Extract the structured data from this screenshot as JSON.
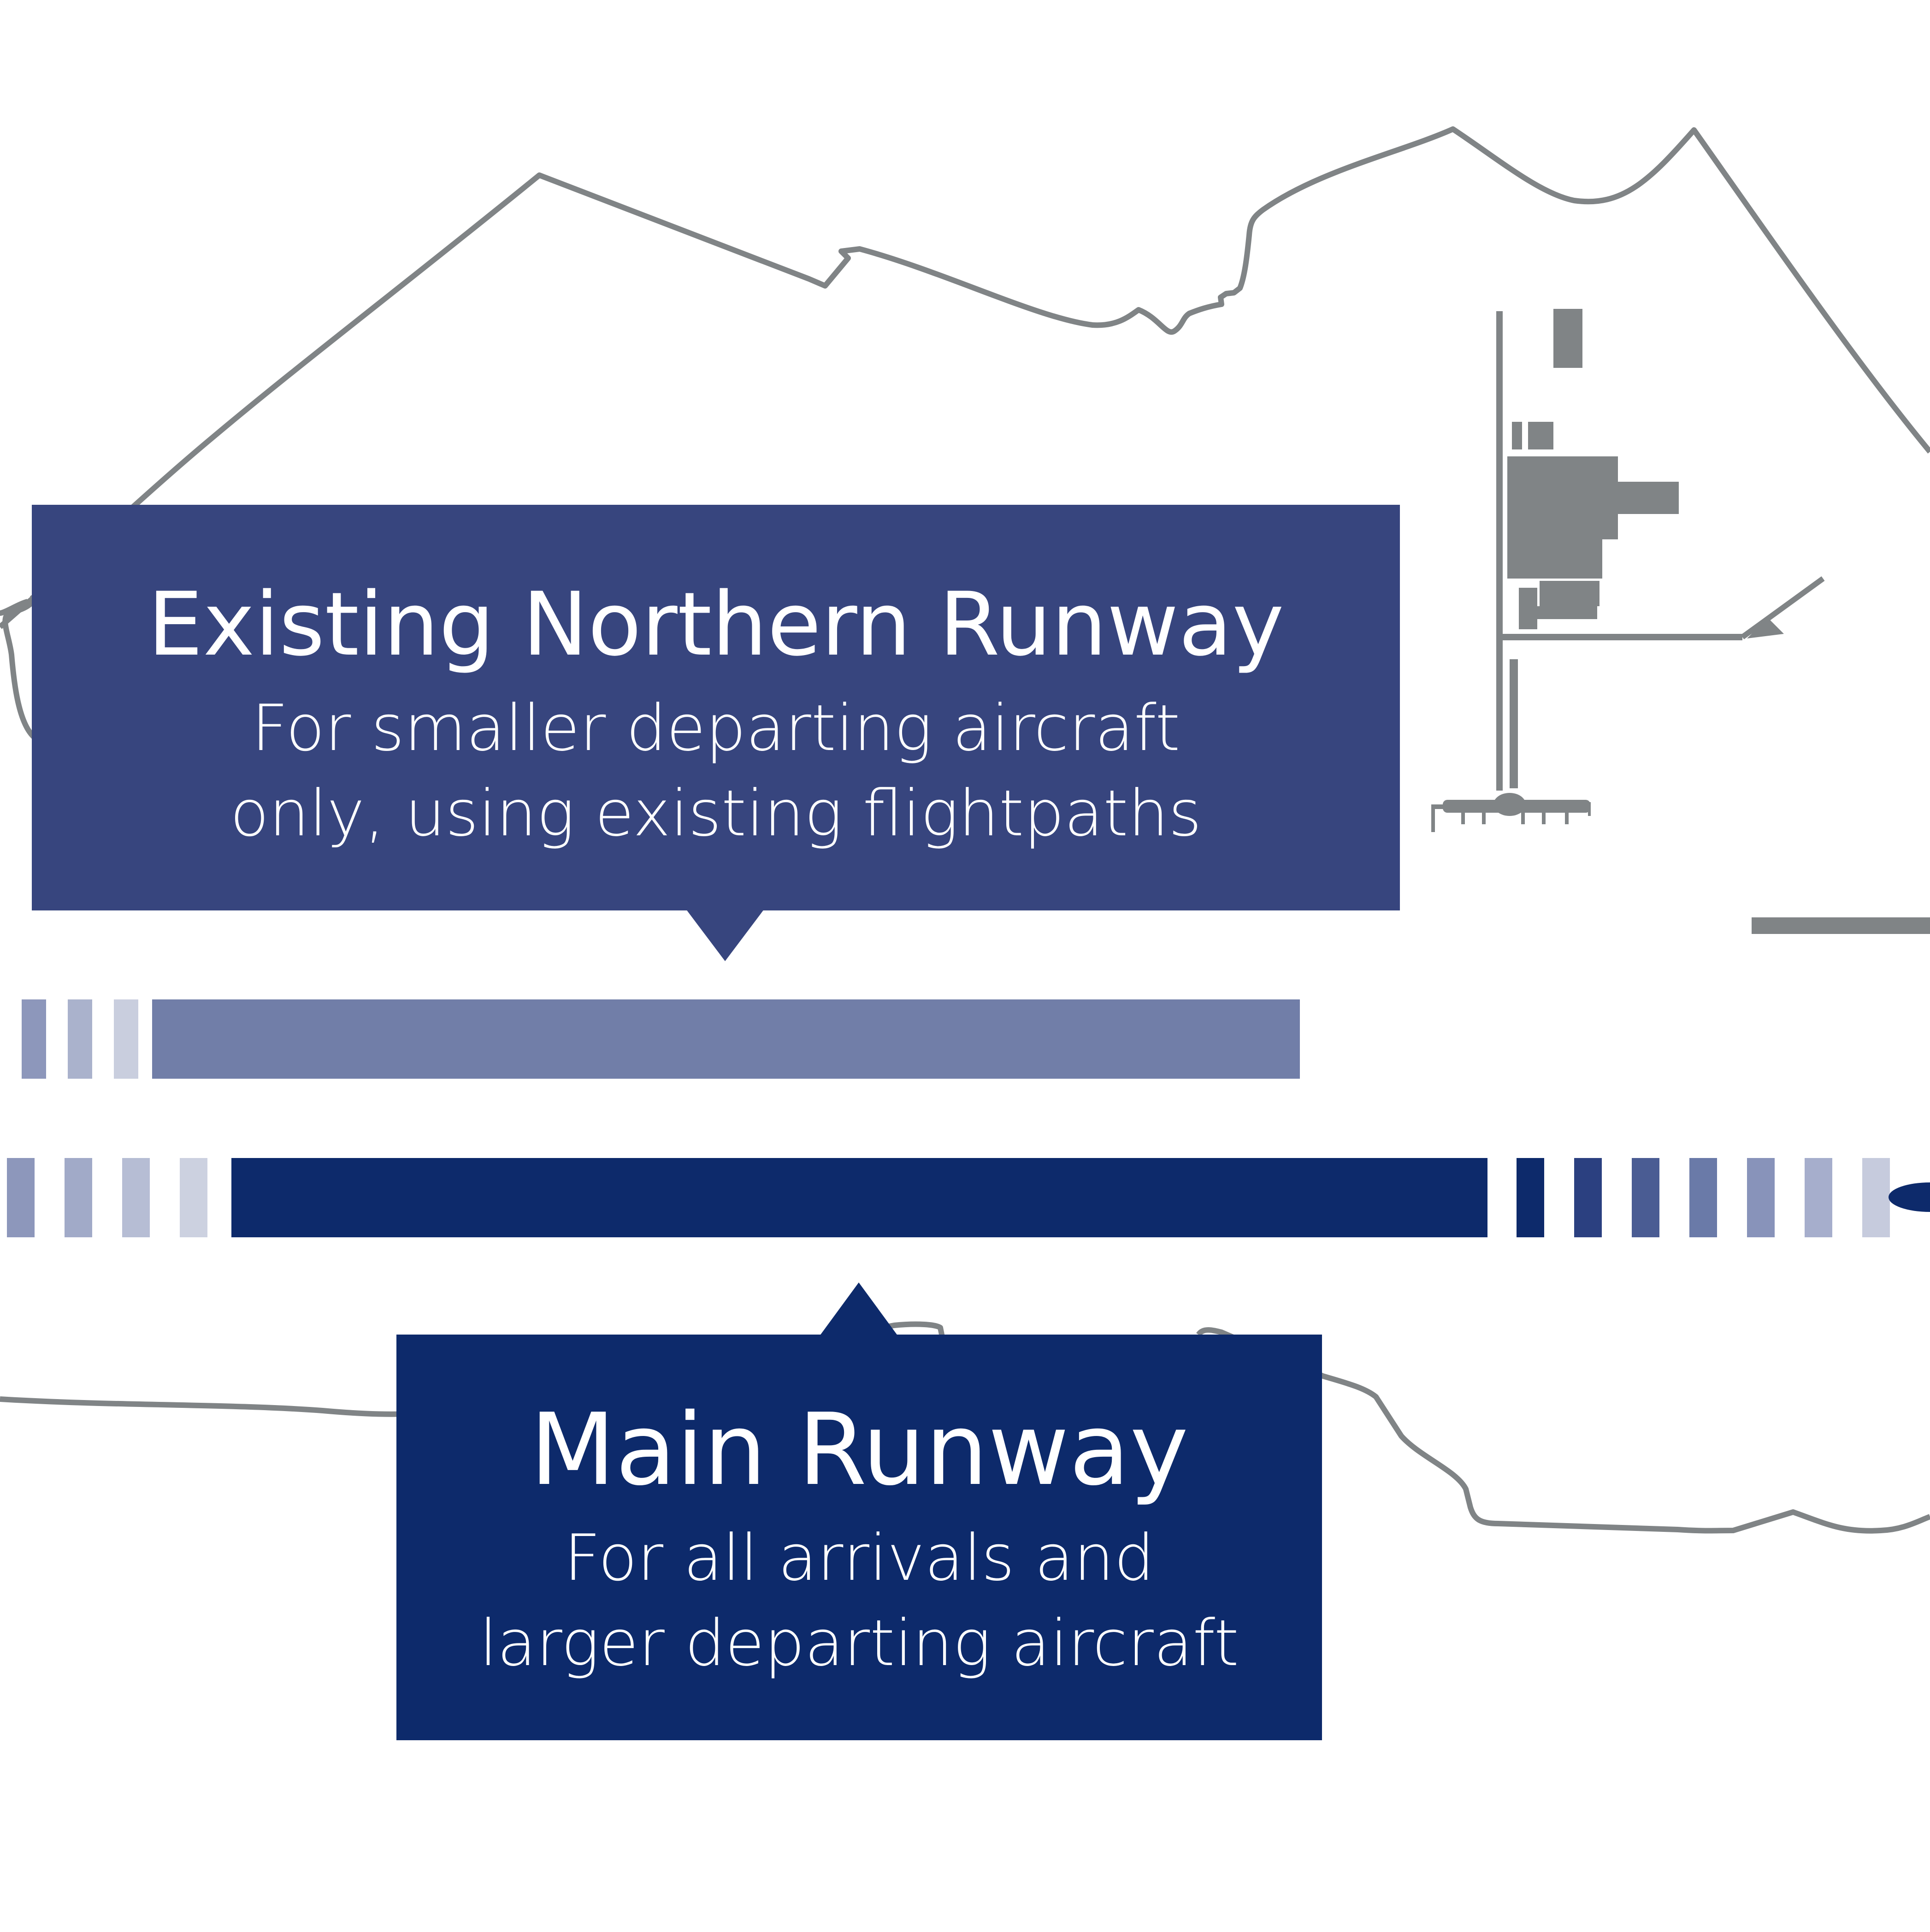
{
  "colors": {
    "outline": "#808486",
    "north_callout": "#37457e",
    "north_runway": "#717ea8",
    "main_runway": "#0d2a6b",
    "text": "#ffffff"
  },
  "north_callout": {
    "title": "Existing Northern Runway",
    "line1": "For smaller departing aircraft",
    "line2": "only, using existing flightpaths"
  },
  "main_callout": {
    "title": "Main Runway",
    "line1": "For all arrivals and",
    "line2": "larger departing aircraft"
  }
}
